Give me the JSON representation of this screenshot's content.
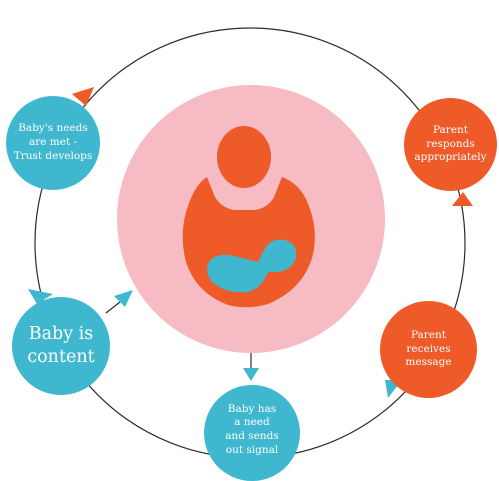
{
  "colors": {
    "teal": "#3fb8cf",
    "orange": "#ee5a28",
    "pink": "#f7bcc3",
    "line": "#2b2b2b"
  },
  "nodes": {
    "trust": {
      "lines": [
        "Baby's needs",
        "are met -",
        "Trust develops"
      ]
    },
    "responds": {
      "lines": [
        "Parent",
        "responds",
        "appropriately"
      ]
    },
    "content": {
      "lines": [
        "Baby is",
        "content"
      ]
    },
    "receives": {
      "lines": [
        "Parent",
        "receives",
        "message"
      ]
    },
    "need": {
      "lines": [
        "Baby has",
        "a need",
        "and sends",
        "out signal"
      ]
    }
  },
  "center_icon": "parent-holding-baby-icon"
}
